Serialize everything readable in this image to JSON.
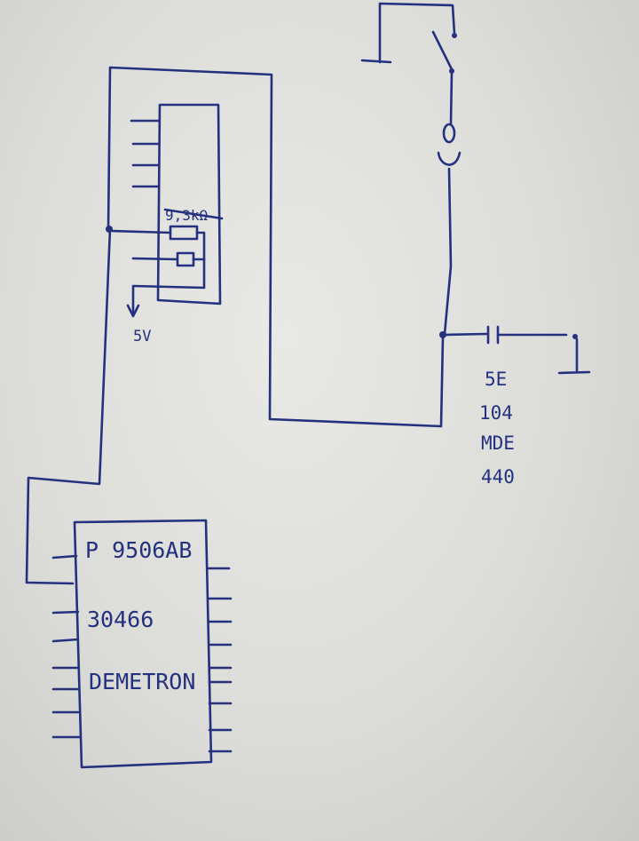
{
  "diagram": {
    "resistor_label": "9,3kΩ",
    "supply_label": "5V",
    "capacitor_lines": [
      "5E",
      "104",
      "MDE",
      "440"
    ],
    "ic_lines": [
      "P 9506AB",
      "30466",
      "DEMETRON"
    ]
  },
  "colors": {
    "ink": "#23317e",
    "paper": "#e9e9e6"
  }
}
